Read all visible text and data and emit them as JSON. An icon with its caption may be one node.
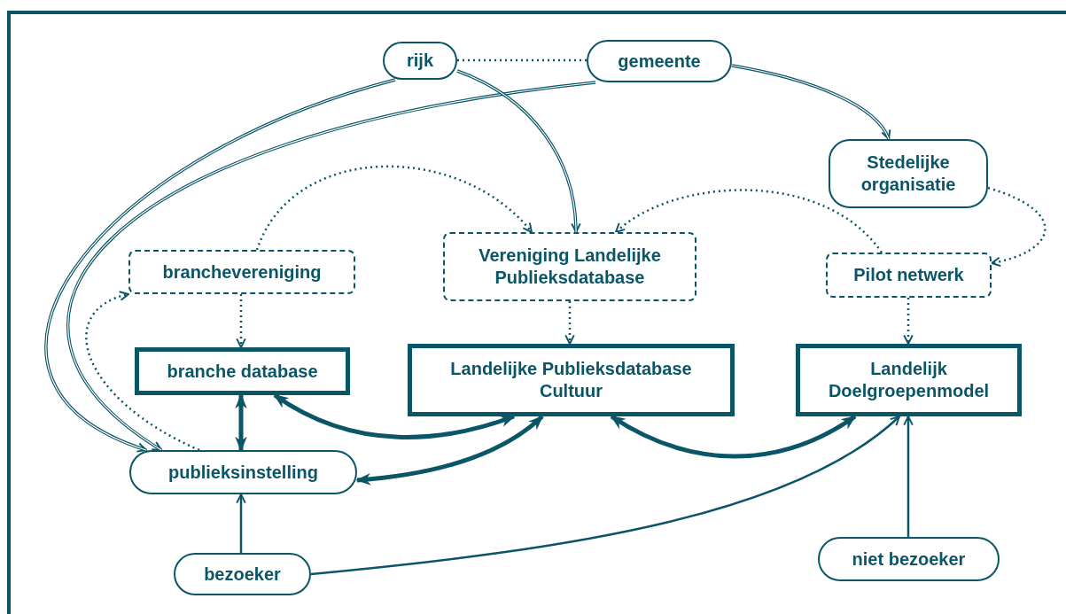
{
  "diagram": {
    "nodes": [
      {
        "text": [
          "rijk"
        ]
      },
      {
        "text": [
          "gemeente"
        ]
      },
      {
        "text": [
          "Stedelijke organisatie"
        ]
      },
      {
        "text": [
          "branchevereniging"
        ]
      },
      {
        "text": [
          "Vereniging Landelijke Publieksdatabase"
        ]
      },
      {
        "text": [
          "Pilot netwerk"
        ]
      },
      {
        "text": [
          "branche database"
        ]
      },
      {
        "text": [
          "Landelijke Publieksdatabase Cultuur"
        ]
      },
      {
        "text": [
          "Landelijk Doelgroepenmodel"
        ]
      },
      {
        "text": [
          "publieksinstelling"
        ]
      },
      {
        "text": [
          "bezoeker"
        ]
      },
      {
        "text": [
          "niet bezoeker"
        ]
      }
    ],
    "edges": [
      {
        "from": 0,
        "to": 1,
        "arrow": "none",
        "style": "dashed"
      },
      {
        "from": 0,
        "to": 9,
        "arrow": "to"
      },
      {
        "from": 1,
        "to": 9,
        "arrow": "to"
      },
      {
        "from": 0,
        "to": 4,
        "arrow": "to"
      },
      {
        "from": 1,
        "to": 2,
        "arrow": "to"
      },
      {
        "from": 3,
        "to": 4,
        "arrow": "to",
        "style": "dashed"
      },
      {
        "from": 2,
        "to": 5,
        "arrow": "to",
        "style": "dashed"
      },
      {
        "from": 5,
        "to": 4,
        "arrow": "to",
        "style": "dashed"
      },
      {
        "from": 9,
        "to": 3,
        "arrow": "to",
        "style": "dashed"
      },
      {
        "from": 3,
        "to": 6,
        "arrow": "to",
        "style": "dashed"
      },
      {
        "from": 4,
        "to": 7,
        "arrow": "to",
        "style": "dashed"
      },
      {
        "from": 5,
        "to": 8,
        "arrow": "to",
        "style": "dashed"
      },
      {
        "from": 6,
        "to": 9,
        "arrow": "both",
        "style": "thick"
      },
      {
        "from": 6,
        "to": 7,
        "arrow": "both",
        "style": "thick"
      },
      {
        "from": 9,
        "to": 7,
        "arrow": "both",
        "style": "thick"
      },
      {
        "from": 7,
        "to": 8,
        "arrow": "both",
        "style": "thick"
      },
      {
        "from": 10,
        "to": 9,
        "arrow": "to"
      },
      {
        "from": 10,
        "to": 8,
        "arrow": "to"
      },
      {
        "from": 11,
        "to": 8,
        "arrow": "to"
      }
    ]
  }
}
